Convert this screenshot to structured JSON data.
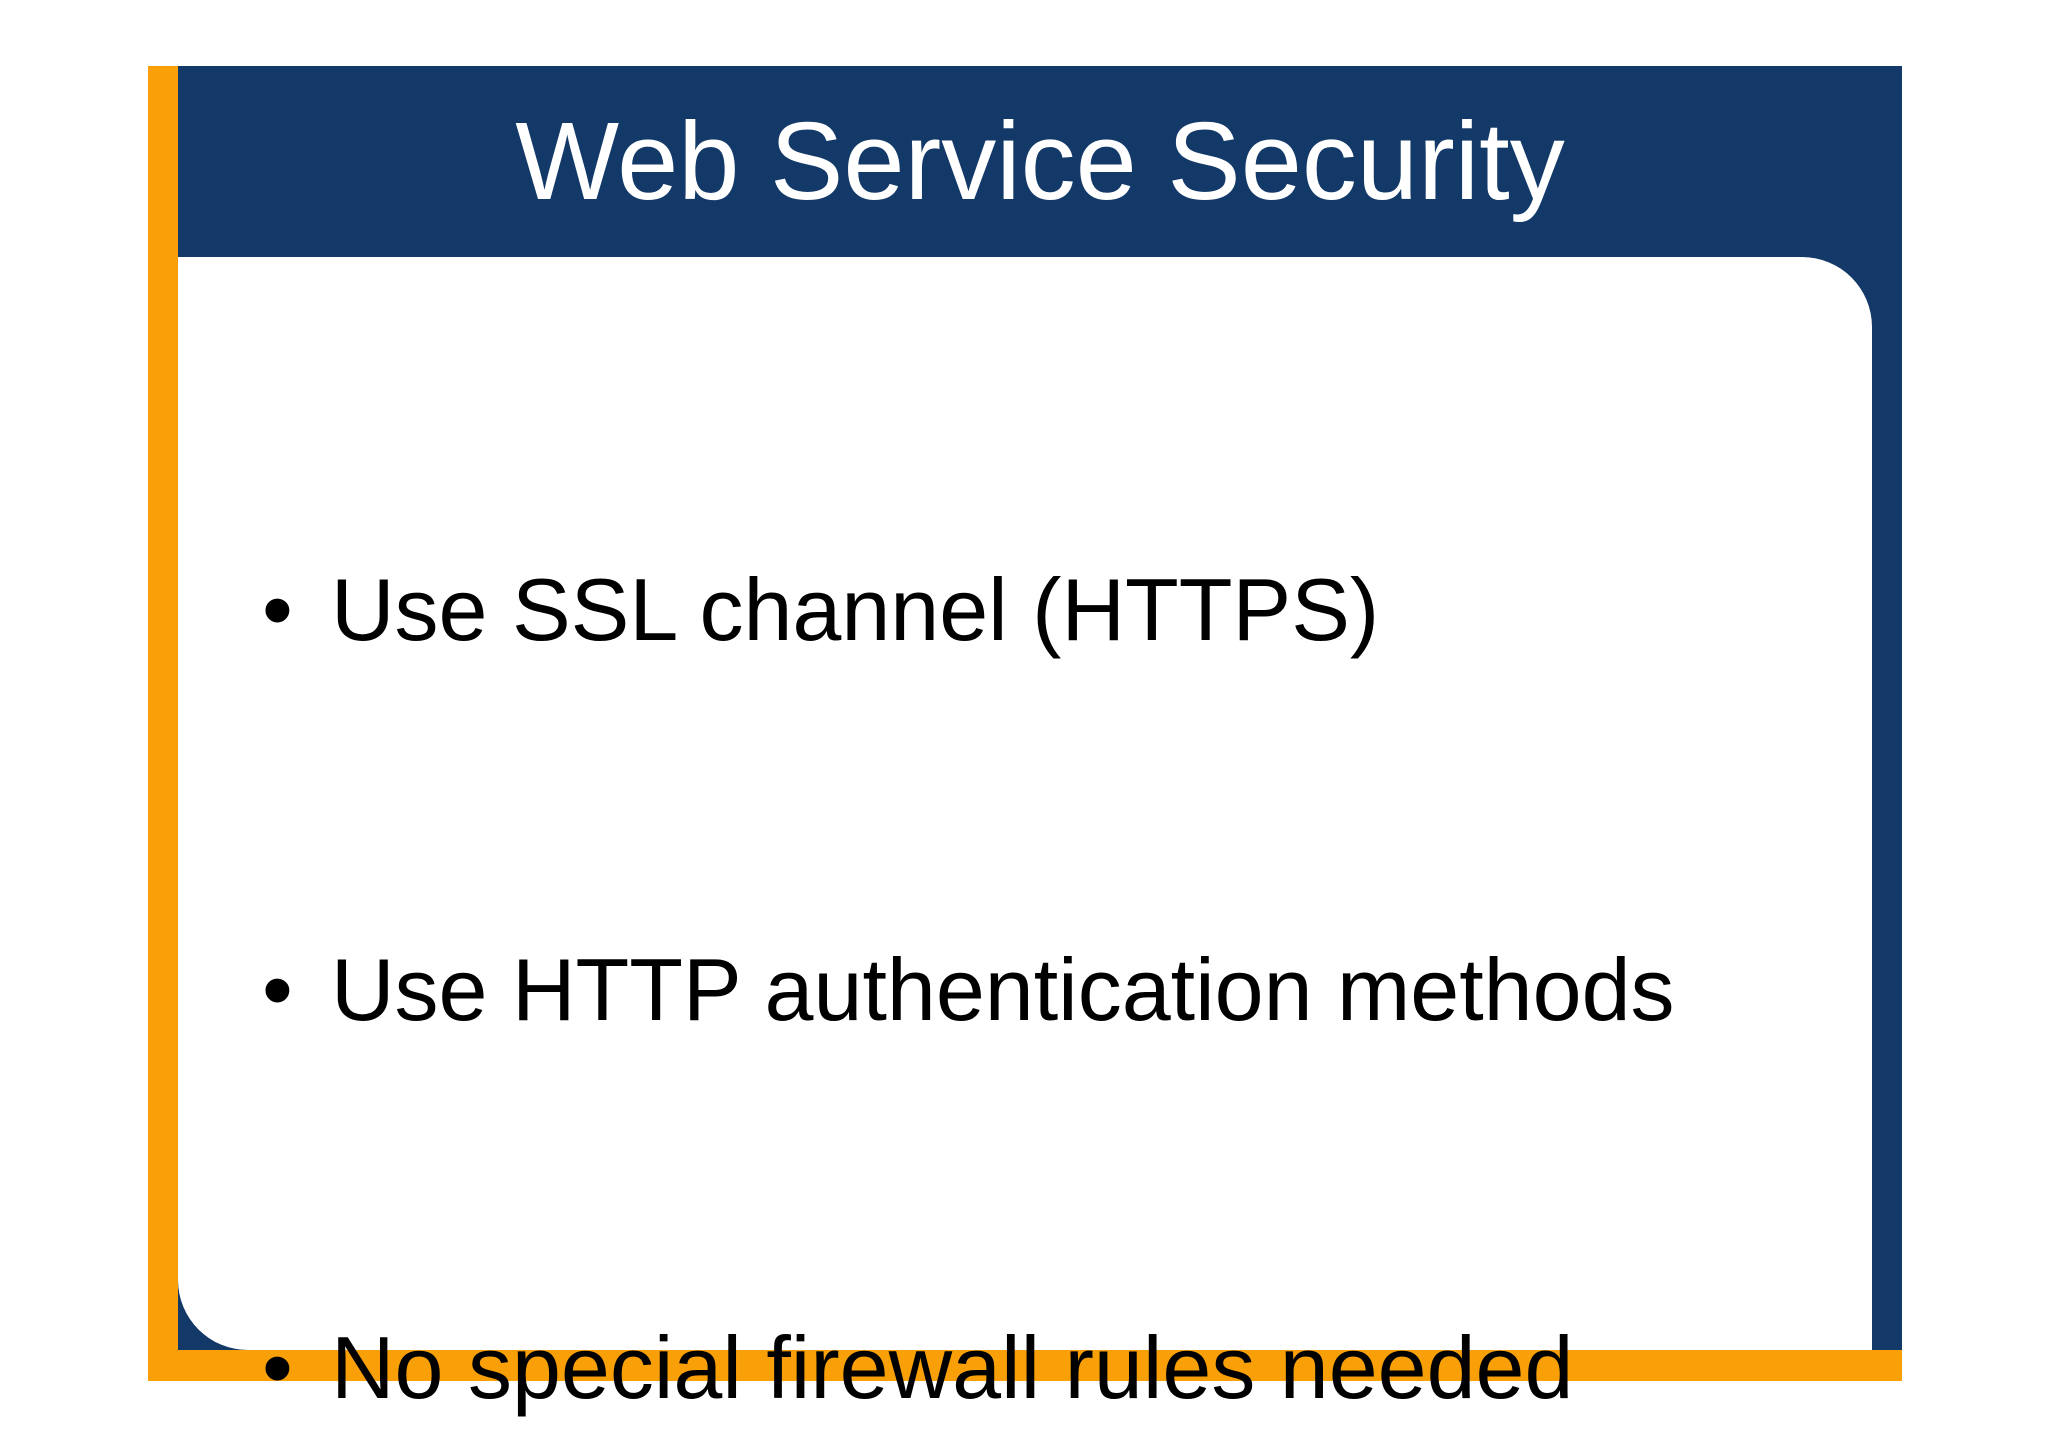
{
  "slide": {
    "title": "Web Service Security",
    "bullet_glyph": "•",
    "bullets": [
      "Use SSL channel (HTTPS)",
      "Use HTTP authentication methods",
      "No special firewall rules needed"
    ],
    "colors": {
      "navy": "#133969",
      "orange": "#F9A008",
      "background": "#FFFFFF",
      "text": "#000000",
      "title_text": "#FFFFFF"
    }
  }
}
